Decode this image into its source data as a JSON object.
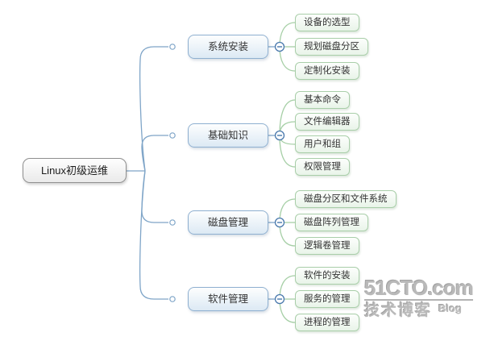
{
  "root": {
    "label": "Linux初级运维"
  },
  "branches": [
    {
      "label": "系统安装",
      "children": [
        "设备的选型",
        "规划磁盘分区",
        "定制化安装"
      ]
    },
    {
      "label": "基础知识",
      "children": [
        "基本命令",
        "文件编辑器",
        "用户和组",
        "权限管理"
      ]
    },
    {
      "label": "磁盘管理",
      "children": [
        "磁盘分区和文件系统",
        "磁盘阵列管理",
        "逻辑卷管理"
      ]
    },
    {
      "label": "软件管理",
      "children": [
        "软件的安装",
        "服务的管理",
        "进程的管理"
      ]
    }
  ],
  "icons": {
    "collapse": "minus-in-circle",
    "branch_dot": "small-open-circle"
  },
  "colors": {
    "branch_line": "#7fa5c8",
    "leaf_line": "#a6cfa6",
    "branch_border": "#8fb0d0",
    "leaf_border": "#a9cea9",
    "root_border": "#8f8f8f",
    "collapse_circle": "#4a79ad"
  },
  "watermark": {
    "site": "51CTO.com",
    "tagline": "技术博客",
    "blog": "Blog"
  }
}
